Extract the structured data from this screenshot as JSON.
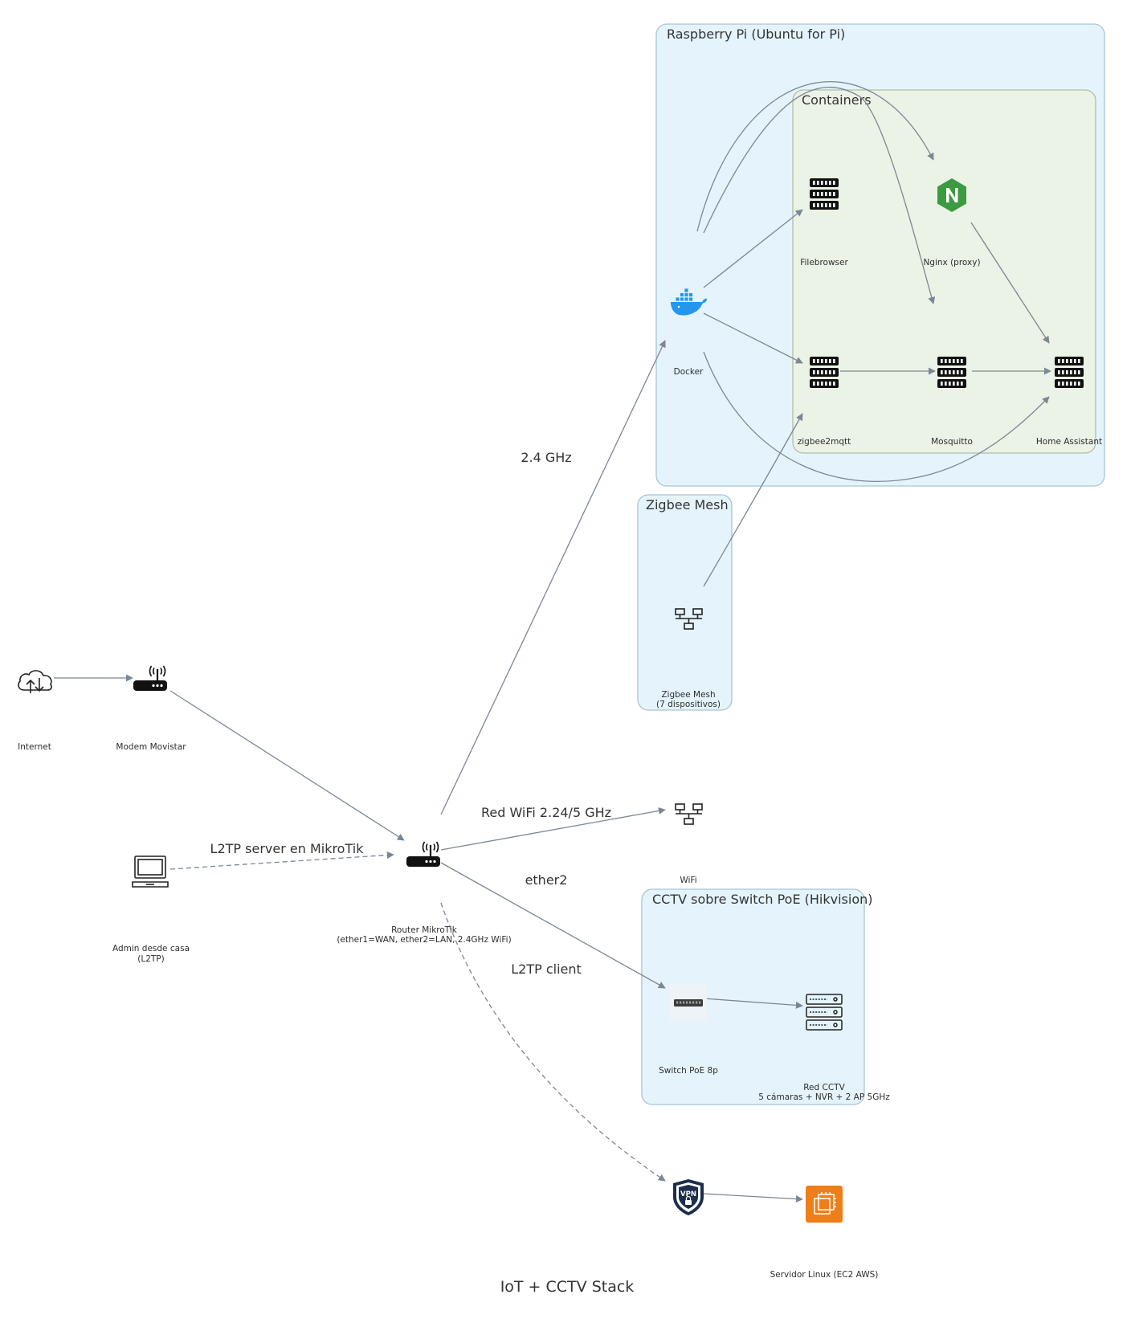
{
  "title": "IoT + CCTV Stack",
  "colors": {
    "cluster_blue_fill": "#e5f4fc",
    "cluster_blue_stroke": "#a9c4d6",
    "cluster_green_fill": "#ebf3e6",
    "cluster_green_stroke": "#b1bdab",
    "edge": "#7b8794",
    "nginx": "#3c9a41",
    "aws_ec2": "#ee7e1a",
    "vpn": "#1b2f4d",
    "docker": "#2496ed"
  },
  "clusters": {
    "raspberry": {
      "title": "Raspberry Pi (Ubuntu for Pi)"
    },
    "containers": {
      "title": "Containers"
    },
    "zigbee": {
      "title": "Zigbee Mesh"
    },
    "cctv": {
      "title": "CCTV sobre Switch PoE (Hikvision)"
    }
  },
  "nodes": {
    "internet": {
      "label": "Internet",
      "icon": "cloud-icon"
    },
    "modem": {
      "label": "Modem Movistar",
      "icon": "wireless-router-icon"
    },
    "admin": {
      "label_lines": [
        "Admin desde casa",
        "(L2TP)"
      ],
      "icon": "laptop-icon"
    },
    "router": {
      "label_lines": [
        "Router MikroTik",
        "(ether1=WAN, ether2=LAN, 2.4GHz WiFi)"
      ],
      "icon": "wireless-router-icon"
    },
    "docker": {
      "label": "Docker",
      "icon": "docker-icon"
    },
    "filebrowser": {
      "label": "Filebrowser",
      "icon": "server-icon"
    },
    "nginx": {
      "label": "Nginx (proxy)",
      "icon": "nginx-icon"
    },
    "zigbee2mqtt": {
      "label": "zigbee2mqtt",
      "icon": "server-icon"
    },
    "mosquitto": {
      "label": "Mosquitto",
      "icon": "server-icon"
    },
    "homeassistant": {
      "label": "Home Assistant",
      "icon": "server-icon"
    },
    "zigbeemesh": {
      "label_lines": [
        "Zigbee Mesh",
        "(7 dispositivos)"
      ],
      "icon": "network-icon"
    },
    "wifi": {
      "label": "WiFi",
      "icon": "network-icon"
    },
    "switch": {
      "label": "Switch PoE 8p",
      "icon": "switch-icon"
    },
    "redcctv": {
      "label_lines": [
        "Red CCTV",
        "5 cámaras + NVR + 2 AP 5GHz"
      ],
      "icon": "rack-icon"
    },
    "vpn": {
      "label": "",
      "icon": "vpn-shield-icon",
      "badge": "VPN"
    },
    "ec2": {
      "label": "Servidor Linux (EC2 AWS)",
      "icon": "aws-ec2-icon"
    }
  },
  "edges": {
    "router_docker": "2.4 GHz",
    "admin_router": "L2TP server en MikroTik",
    "router_wifi": "Red WiFi 2.24/5 GHz",
    "router_switch": "ether2",
    "router_vpn": "L2TP client"
  }
}
